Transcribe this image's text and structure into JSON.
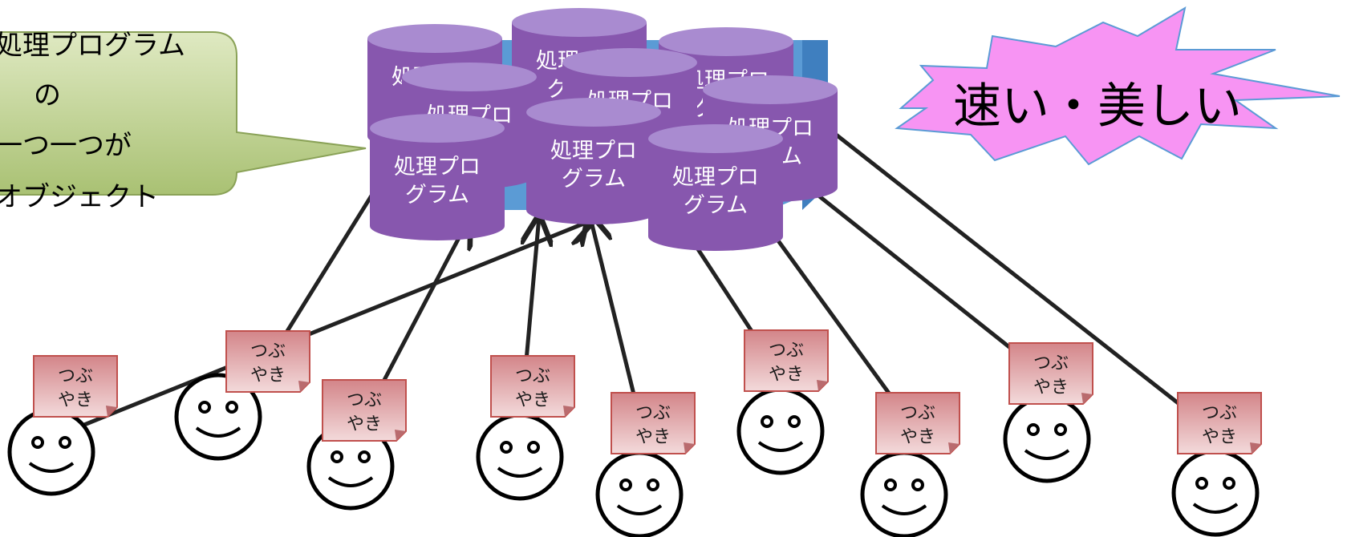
{
  "callout": {
    "lines": [
      "処理プログラム",
      "の",
      "一つ一つが",
      "オブジェクト"
    ]
  },
  "burst": {
    "text": "速い・美しい",
    "fill": "#f794f3"
  },
  "server": {
    "program_label_line1": "処理プロ",
    "program_label_line2": "グラム",
    "cylinder_fill": "#8757ae",
    "cylinder_top": "#a98bd0",
    "platform_fill": "#5b9bd5"
  },
  "tweets": {
    "label_line1": "つぶ",
    "label_line2": "やき",
    "note_fill": "#d99497"
  }
}
